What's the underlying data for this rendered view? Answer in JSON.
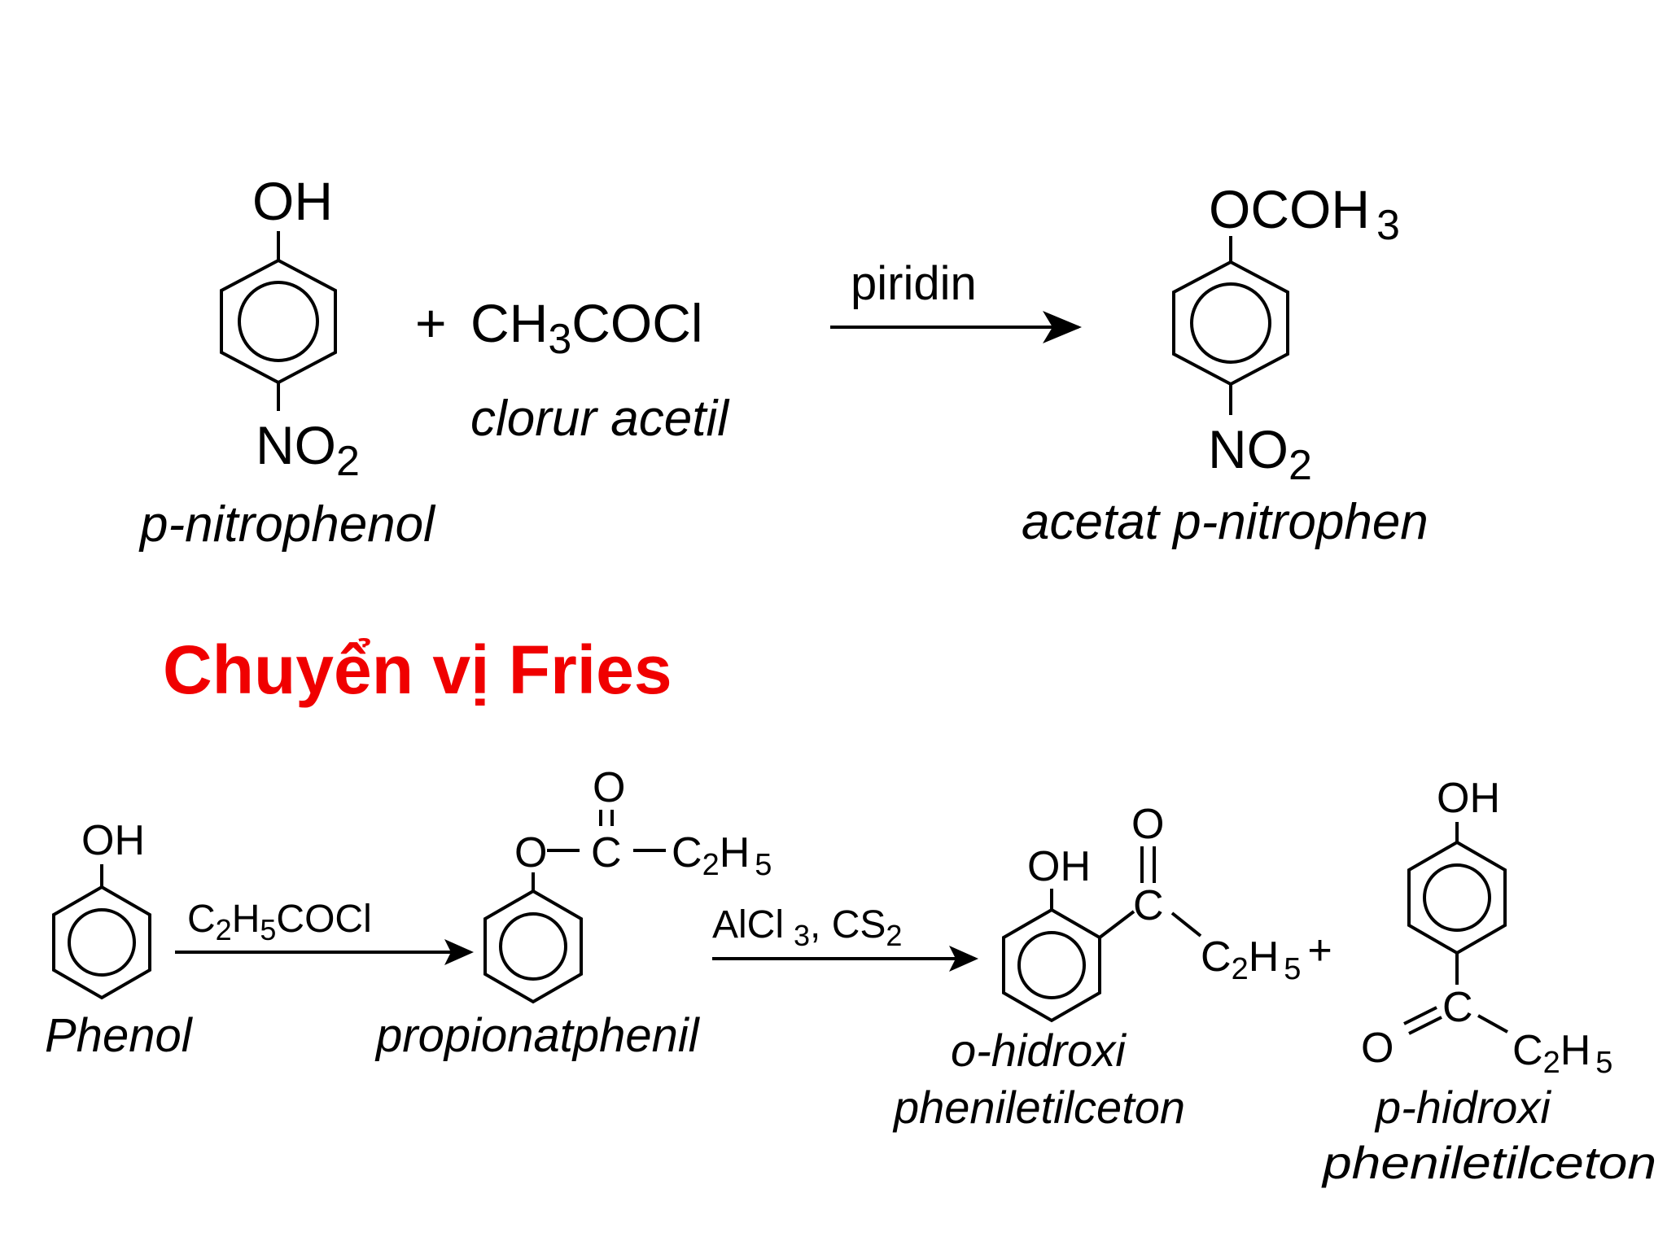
{
  "title": "Chuyển vị Fries",
  "colors": {
    "title": "#f00000",
    "ink": "#000000",
    "background": "#ffffff"
  },
  "reaction1": {
    "reactant1": {
      "top_group": "OH",
      "bottom_group_main": "NO",
      "bottom_group_sub": "2",
      "name": "p-nitrophenol"
    },
    "plus": "+",
    "reactant2": {
      "formula_a": "CH",
      "formula_sub": "3",
      "formula_b": "COCl",
      "name": "clorur acetil"
    },
    "condition": "piridin",
    "product": {
      "top_group_main": "OCOH",
      "top_group_sub": "3",
      "bottom_group_main": "NO",
      "bottom_group_sub": "2",
      "name": "acetat p-nitrophen"
    }
  },
  "reaction2": {
    "phenol": {
      "group": "OH",
      "name": "Phenol"
    },
    "reagent1": {
      "a": "C",
      "sub1": "2",
      "b": "H",
      "sub2": "5",
      "c": "COCl"
    },
    "ester": {
      "o": "O",
      "carbon": "C",
      "carbonyl_o": "O",
      "ethyl_c": "C",
      "ethyl_sub1": "2",
      "ethyl_h": "H",
      "ethyl_sub2": "5",
      "name": "propionatphenil"
    },
    "reagent2": {
      "a": "AlCl",
      "sub1": "3",
      "sep": ", CS",
      "sub2": "2"
    },
    "ortho_product": {
      "oh": "OH",
      "carbonyl_o": "O",
      "carbon": "C",
      "ethyl_c": "C",
      "ethyl_sub1": "2",
      "ethyl_h": "H",
      "ethyl_sub2": "5",
      "plus": "+",
      "name_line1": "o-hidroxi",
      "name_line2": "pheniletilceton"
    },
    "para_product": {
      "oh": "OH",
      "carbon": "C",
      "carbonyl_o": "O",
      "ethyl_c": "C",
      "ethyl_sub1": "2",
      "ethyl_h": "H",
      "ethyl_sub2": "5",
      "name_line1": "p-hidroxi",
      "name_line2": "pheniletilceton"
    }
  }
}
